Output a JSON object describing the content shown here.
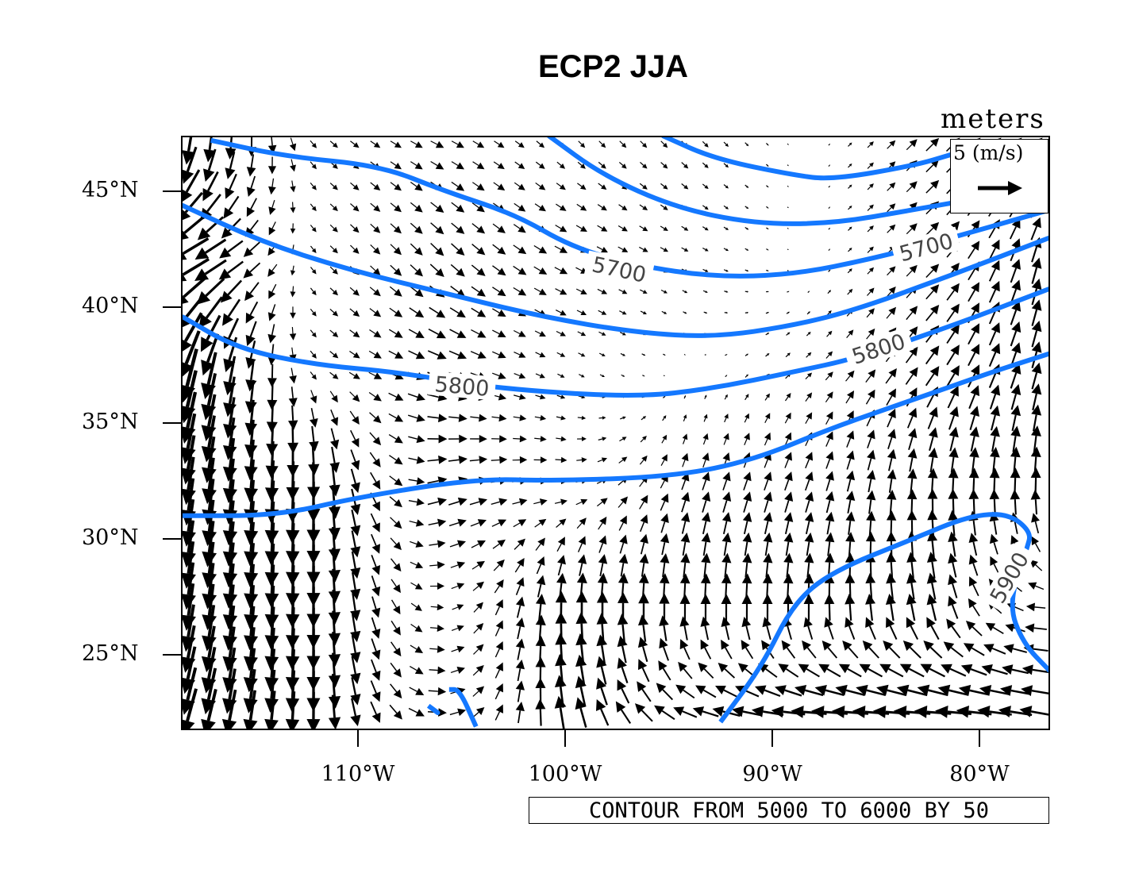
{
  "chart_data": {
    "type": "map-contour-vector",
    "title": "ECP2 JJA",
    "units": "meters",
    "note": "CONTOUR FROM 5000 TO 6000 BY 50",
    "reference_vector": {
      "label": "5 (m/s)",
      "magnitude": 5
    },
    "contour_color": "#1478ff",
    "lon_range": [
      -118.5,
      -76.6
    ],
    "lat_range": [
      21.8,
      47.4
    ],
    "lon_ticks": [
      {
        "v": -110,
        "label": "110°W"
      },
      {
        "v": -100,
        "label": "100°W"
      },
      {
        "v": -90,
        "label": "90°W"
      },
      {
        "v": -80,
        "label": "80°W"
      }
    ],
    "lat_ticks": [
      {
        "v": 45,
        "label": "45°N"
      },
      {
        "v": 40,
        "label": "40°N"
      },
      {
        "v": 35,
        "label": "35°N"
      },
      {
        "v": 30,
        "label": "30°N"
      },
      {
        "v": 25,
        "label": "25°N"
      }
    ],
    "contours": [
      {
        "level": 5650,
        "pts": [
          [
            -95.3,
            47.4
          ],
          [
            -92.8,
            46.4
          ],
          [
            -89,
            45.7
          ],
          [
            -87.1,
            45.5
          ],
          [
            -83.2,
            46.1
          ],
          [
            -81.3,
            46.6
          ]
        ]
      },
      {
        "level": 5650,
        "pts": [
          [
            -100.8,
            47.4
          ],
          [
            -98.2,
            45.7
          ],
          [
            -94.7,
            44.3
          ],
          [
            -90.9,
            43.6
          ],
          [
            -87.1,
            43.6
          ],
          [
            -83.2,
            44.2
          ],
          [
            -81.3,
            44.5
          ]
        ]
      },
      {
        "level": 5700,
        "label": "5700",
        "pts": [
          [
            -117.1,
            47.2
          ],
          [
            -113.5,
            46.5
          ],
          [
            -108.9,
            46.1
          ],
          [
            -105.8,
            45
          ],
          [
            -102.4,
            44
          ],
          [
            -99.7,
            42.6
          ],
          [
            -96.6,
            41.8
          ],
          [
            -92.8,
            41.3
          ],
          [
            -89,
            41.4
          ],
          [
            -85.1,
            42.1
          ],
          [
            -81.3,
            43
          ],
          [
            -76.6,
            44.2
          ]
        ]
      },
      {
        "level": 5750,
        "pts": [
          [
            -118.5,
            44.4
          ],
          [
            -114.6,
            42.8
          ],
          [
            -110.4,
            41.6
          ],
          [
            -105.8,
            40.6
          ],
          [
            -101.2,
            39.6
          ],
          [
            -96.6,
            38.9
          ],
          [
            -92.8,
            38.7
          ],
          [
            -89,
            39.2
          ],
          [
            -85.9,
            39.9
          ],
          [
            -81.3,
            41.4
          ],
          [
            -76.6,
            43
          ]
        ]
      },
      {
        "level": 5800,
        "label": "5800",
        "pts": [
          [
            -118.5,
            39.6
          ],
          [
            -115.8,
            38.2
          ],
          [
            -112,
            37.5
          ],
          [
            -108.1,
            37.2
          ],
          [
            -103.5,
            36.5
          ],
          [
            -96.6,
            36.1
          ],
          [
            -92.8,
            36.5
          ],
          [
            -89,
            37.2
          ],
          [
            -85.9,
            37.8
          ],
          [
            -81.3,
            39.2
          ],
          [
            -76.6,
            40.8
          ]
        ]
      },
      {
        "level": 5850,
        "pts": [
          [
            -118.5,
            31
          ],
          [
            -113.9,
            31
          ],
          [
            -110,
            31.8
          ],
          [
            -104.3,
            32.6
          ],
          [
            -100.5,
            32.5
          ],
          [
            -94.7,
            32.7
          ],
          [
            -90.9,
            33.4
          ],
          [
            -87.1,
            34.8
          ],
          [
            -83.2,
            36
          ],
          [
            -79.4,
            37.2
          ],
          [
            -76.6,
            38
          ]
        ]
      },
      {
        "level": 5900,
        "label": "5900",
        "pts": [
          [
            -92.5,
            22.1
          ],
          [
            -90.5,
            24.5
          ],
          [
            -89,
            27.2
          ],
          [
            -87.1,
            28.6
          ],
          [
            -83.2,
            30
          ],
          [
            -80.5,
            31
          ],
          [
            -78.6,
            31.1
          ],
          [
            -77.5,
            30.3
          ],
          [
            -77.7,
            29.6
          ],
          [
            -78.6,
            27.2
          ],
          [
            -77.9,
            25.5
          ],
          [
            -76.6,
            24.3
          ]
        ]
      },
      {
        "level": 5850,
        "pts": [
          [
            -106.6,
            22.8
          ],
          [
            -106,
            22.4
          ],
          [
            -106.6,
            22.8
          ]
        ]
      },
      {
        "level": 5850,
        "pts": [
          [
            -105.6,
            23.5
          ],
          [
            -105.1,
            23.5
          ],
          [
            -104.3,
            21.9
          ]
        ]
      }
    ],
    "wind_grid": {
      "lons": [
        -118,
        -112,
        -106,
        -100,
        -94,
        -88,
        -82,
        -77
      ],
      "lats": [
        47,
        42,
        37,
        32,
        27,
        22
      ],
      "u": [
        [
          -1,
          1,
          2,
          1,
          1,
          0,
          2,
          2
        ],
        [
          -6,
          1,
          2,
          2,
          1,
          0,
          2,
          1
        ],
        [
          -2,
          1,
          3,
          1,
          0,
          1,
          2,
          1
        ],
        [
          -1,
          0,
          3,
          2,
          1,
          1,
          0,
          0
        ],
        [
          -1,
          0,
          2,
          0,
          0,
          0,
          -1,
          -3
        ],
        [
          -2,
          0,
          3,
          -1,
          -4,
          -6,
          -6,
          -5
        ]
      ],
      "v": [
        [
          -6,
          -1,
          -1,
          -1,
          -1,
          0,
          2,
          2
        ],
        [
          -3,
          -1,
          -2,
          -1,
          -0.5,
          0,
          2,
          4
        ],
        [
          -8,
          -1,
          -1,
          -0.5,
          0,
          1,
          3,
          4
        ],
        [
          -7,
          -6,
          1,
          0,
          3,
          3,
          4,
          4
        ],
        [
          -7,
          -6,
          0,
          5,
          4,
          4,
          4,
          0
        ],
        [
          -7,
          -6,
          0,
          5,
          1,
          0,
          0,
          1
        ]
      ]
    }
  }
}
